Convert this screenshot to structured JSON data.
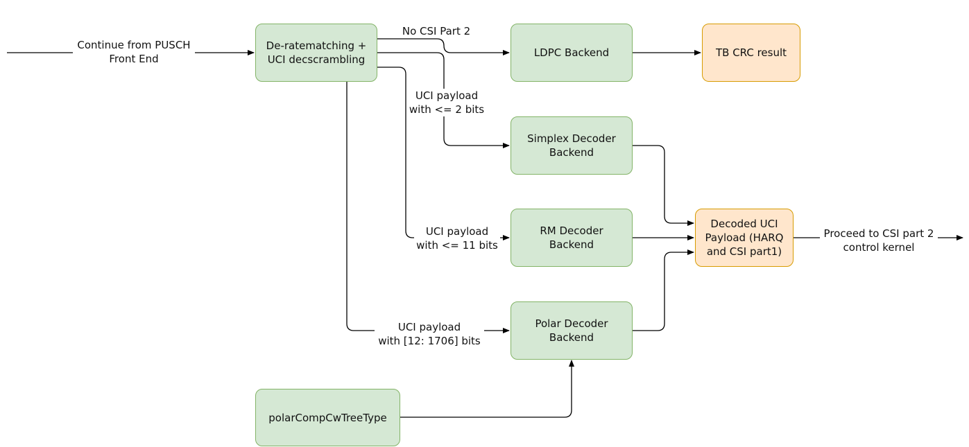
{
  "nodes": {
    "derate": "De-ratematching +\nUCI decscrambling",
    "ldpc": "LDPC Backend",
    "tbcrc": "TB CRC result",
    "simplex": "Simplex Decoder\nBackend",
    "rm": "RM Decoder\nBackend",
    "polar": "Polar Decoder\nBackend",
    "decoded": "Decoded UCI\nPayload (HARQ\nand CSI part1)",
    "polarcomp": "polarCompCwTreeType"
  },
  "labels": {
    "continue": "Continue from PUSCH\nFront End",
    "no_csi": "No CSI Part 2",
    "uci2": "UCI payload\nwith <= 2 bits",
    "uci11": "UCI payload\nwith <= 11 bits",
    "uci1706": "UCI payload\nwith [12: 1706] bits",
    "proceed": "Proceed to CSI part 2\ncontrol kernel"
  },
  "colors": {
    "green_fill": "#d5e8d4",
    "green_stroke": "#82b366",
    "orange_fill": "#ffe6cc",
    "orange_stroke": "#d79b00",
    "edge": "#000000"
  }
}
